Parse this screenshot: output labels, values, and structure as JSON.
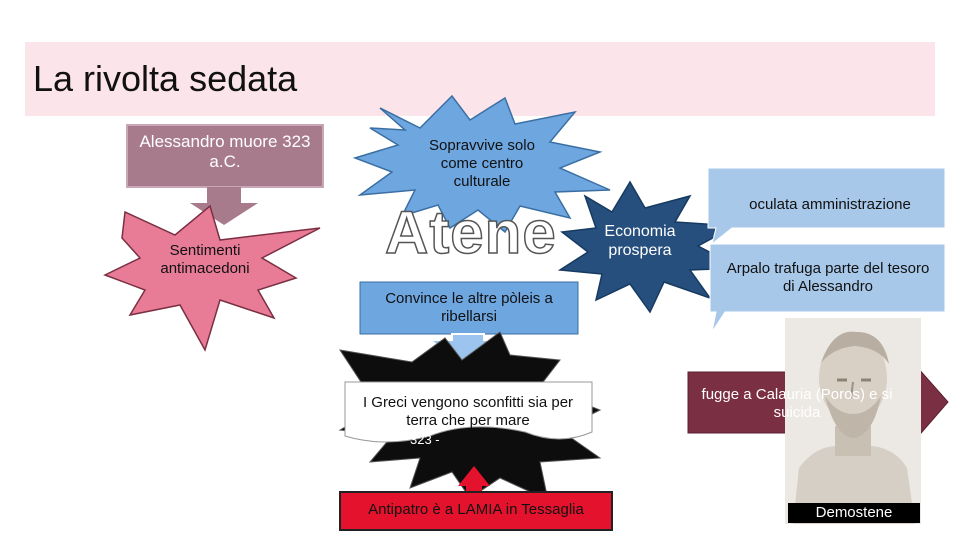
{
  "title": "La rivolta sedata",
  "center": "Atene",
  "nodes": {
    "alessandro_muore": "Alessandro muore 323 a.C.",
    "sentimenti": "Sentimenti antimacedoni",
    "sopravvive": "Sopravvive solo come centro culturale",
    "economia": "Economia prospera",
    "oculata": "oculata amministrazione",
    "arpalo": "Arpalo trafuga parte del tesoro di Alessandro",
    "convince": "Convince le altre pòleis a ribellarsi",
    "greci_sconfitti": "I Greci vengono sconfitti sia per terra che per mare",
    "hidden_year": "323 -",
    "antipatro": "Antipatro è a LAMIA in Tessaglia",
    "fugge": "fugge a Calauria (Poros) e si suicida",
    "demostene": "Demostene"
  },
  "colors": {
    "title_bar": "#fbe4ea",
    "mauve": "#a87b8c",
    "pink_star": "#e87c96",
    "blue_star": "#6ea6e0",
    "dark_blue": "#264f7d",
    "light_blue": "#a8c8ea",
    "maroon": "#7b2f43",
    "red_box": "#e5122d"
  }
}
